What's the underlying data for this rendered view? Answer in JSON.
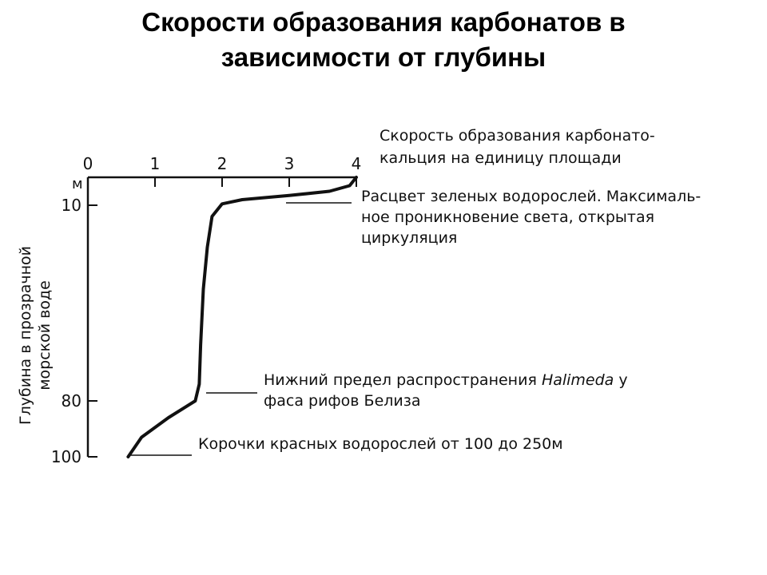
{
  "slide": {
    "title_line1": "Скорости образования карбонатов в",
    "title_line2": "зависимости от глубины"
  },
  "chart_data": {
    "type": "line",
    "x_axis": {
      "title_line1": "Скорость образования карбонато-",
      "title_line2": "кальция на единицу площади",
      "ticks": [
        0,
        1,
        2,
        3,
        4
      ],
      "range": [
        0,
        4
      ],
      "position": "top"
    },
    "y_axis": {
      "title_line1": "Глубина в прозрачной",
      "title_line2": "морской воде",
      "unit_label": "м",
      "ticks": [
        10,
        80,
        100
      ],
      "range": [
        0,
        100
      ],
      "inverted": true
    },
    "series": [
      {
        "points": [
          {
            "rate": 4.0,
            "depth": 0
          },
          {
            "rate": 3.9,
            "depth": 3
          },
          {
            "rate": 3.6,
            "depth": 5
          },
          {
            "rate": 3.0,
            "depth": 6.5
          },
          {
            "rate": 2.3,
            "depth": 8
          },
          {
            "rate": 2.0,
            "depth": 9.5
          },
          {
            "rate": 1.85,
            "depth": 14
          },
          {
            "rate": 1.78,
            "depth": 25
          },
          {
            "rate": 1.72,
            "depth": 40
          },
          {
            "rate": 1.68,
            "depth": 60
          },
          {
            "rate": 1.66,
            "depth": 74
          },
          {
            "rate": 1.6,
            "depth": 80
          },
          {
            "rate": 1.2,
            "depth": 86
          },
          {
            "rate": 0.8,
            "depth": 93
          },
          {
            "rate": 0.6,
            "depth": 100
          }
        ]
      }
    ],
    "annotations": [
      {
        "depth": 10,
        "lines": [
          "Расцвет зеленых водорослей. Максималь-",
          "ное проникновение света, открытая",
          "циркуляция"
        ]
      },
      {
        "depth": 80,
        "line1_before": "Нижний предел распространения",
        "line1_italic": "Halimeda",
        "line1_after": "у",
        "line2": "фаса рифов Белиза"
      },
      {
        "depth": 100,
        "lines": [
          "Корочки красных водорослей от 100 до 250м"
        ]
      }
    ],
    "colors": {
      "ink": "#111111",
      "background": "#ffffff",
      "title": "#000000"
    }
  }
}
